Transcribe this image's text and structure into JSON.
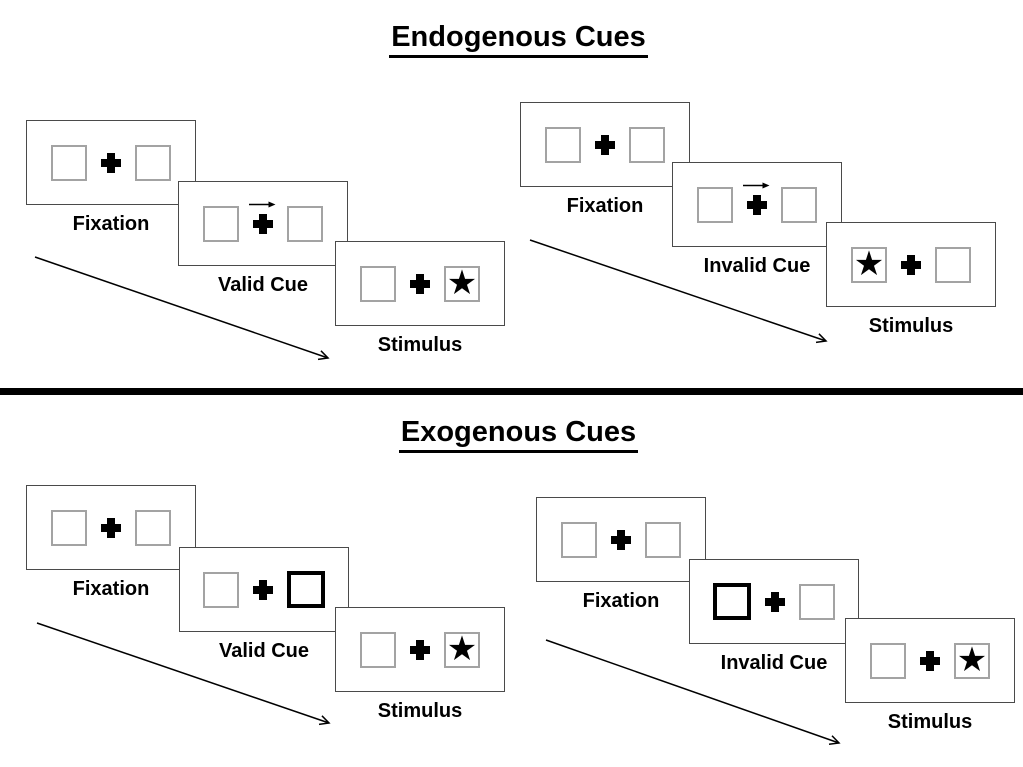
{
  "glyphs": {
    "star": "★"
  },
  "colors": {
    "background": "#ffffff",
    "ink": "#000000",
    "panel_border": "#4a4a4a",
    "box_border": "#a3a3a3",
    "divider": "#000000"
  },
  "diagram": {
    "type": "attention-cueing-paradigm",
    "sections": [
      {
        "title": "Endogenous Cues",
        "sequences": [
          {
            "name": "valid",
            "cue_description": "central arrow above fixation cross points right; star appears right",
            "panels": [
              {
                "label": "Fixation",
                "left_box": "empty",
                "center": "fixation-cross",
                "right_box": "empty"
              },
              {
                "label": "Valid Cue",
                "left_box": "empty",
                "center": "fixation-cross-with-right-arrow",
                "right_box": "empty"
              },
              {
                "label": "Stimulus",
                "left_box": "empty",
                "center": "fixation-cross",
                "right_box": "star"
              }
            ]
          },
          {
            "name": "invalid",
            "cue_description": "central arrow above fixation cross points right; star appears left",
            "panels": [
              {
                "label": "Fixation",
                "left_box": "empty",
                "center": "fixation-cross",
                "right_box": "empty"
              },
              {
                "label": "Invalid Cue",
                "left_box": "empty",
                "center": "fixation-cross-with-right-arrow",
                "right_box": "empty"
              },
              {
                "label": "Stimulus",
                "left_box": "star",
                "center": "fixation-cross",
                "right_box": "empty"
              }
            ]
          }
        ]
      },
      {
        "title": "Exogenous Cues",
        "sequences": [
          {
            "name": "valid",
            "cue_description": "right box brightened (thick border); star appears right",
            "panels": [
              {
                "label": "Fixation",
                "left_box": "empty",
                "center": "fixation-cross",
                "right_box": "empty"
              },
              {
                "label": "Valid Cue",
                "left_box": "empty",
                "center": "fixation-cross",
                "right_box": "highlighted"
              },
              {
                "label": "Stimulus",
                "left_box": "empty",
                "center": "fixation-cross",
                "right_box": "star"
              }
            ]
          },
          {
            "name": "invalid",
            "cue_description": "left box brightened (thick border); star appears right",
            "panels": [
              {
                "label": "Fixation",
                "left_box": "empty",
                "center": "fixation-cross",
                "right_box": "empty"
              },
              {
                "label": "Invalid Cue",
                "left_box": "highlighted",
                "center": "fixation-cross",
                "right_box": "empty"
              },
              {
                "label": "Stimulus",
                "left_box": "empty",
                "center": "fixation-cross",
                "right_box": "star"
              }
            ]
          }
        ]
      }
    ]
  }
}
